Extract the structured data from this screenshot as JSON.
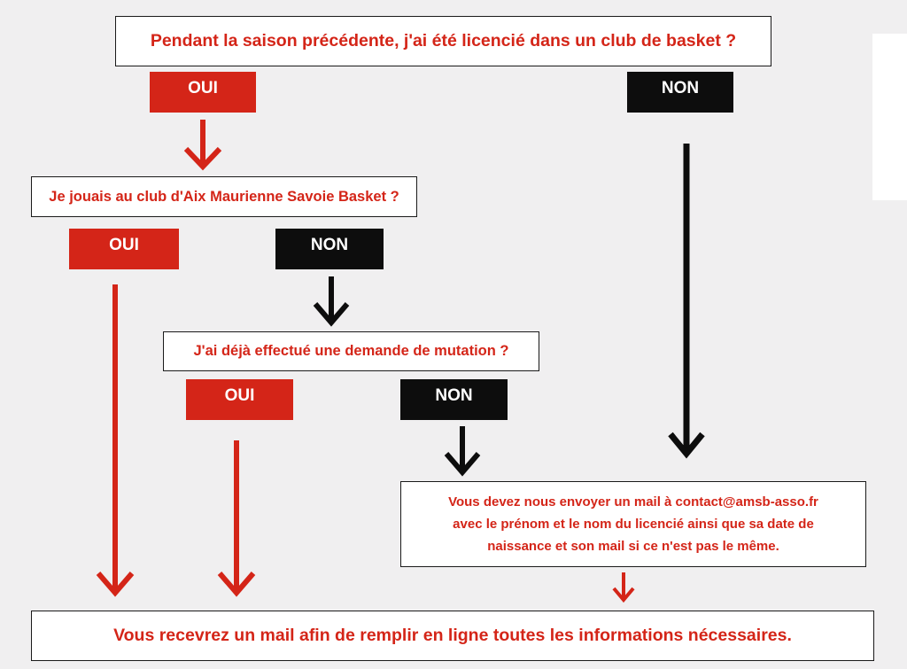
{
  "colors": {
    "red": "#d42518",
    "black": "#0d0d0d",
    "background": "#f0eff0"
  },
  "questions": {
    "q1": "Pendant la saison précédente, j'ai été licencié dans un club de basket ?",
    "q2": "Je jouais au club d'Aix Maurienne Savoie Basket ?",
    "q3": "J'ai déjà effectué une demande de mutation ?"
  },
  "answers": {
    "q1_yes": "OUI",
    "q1_no": "NON",
    "q2_yes": "OUI",
    "q2_no": "NON",
    "q3_yes": "OUI",
    "q3_no": "NON"
  },
  "instruction": {
    "line1": "Vous devez nous envoyer un mail à contact@amsb-asso.fr",
    "line2": "avec le prénom et le nom du licencié ainsi que sa date de",
    "line3": "naissance et son mail si ce n'est pas le même."
  },
  "result": "Vous recevrez un mail afin de remplir en ligne toutes les informations nécessaires."
}
